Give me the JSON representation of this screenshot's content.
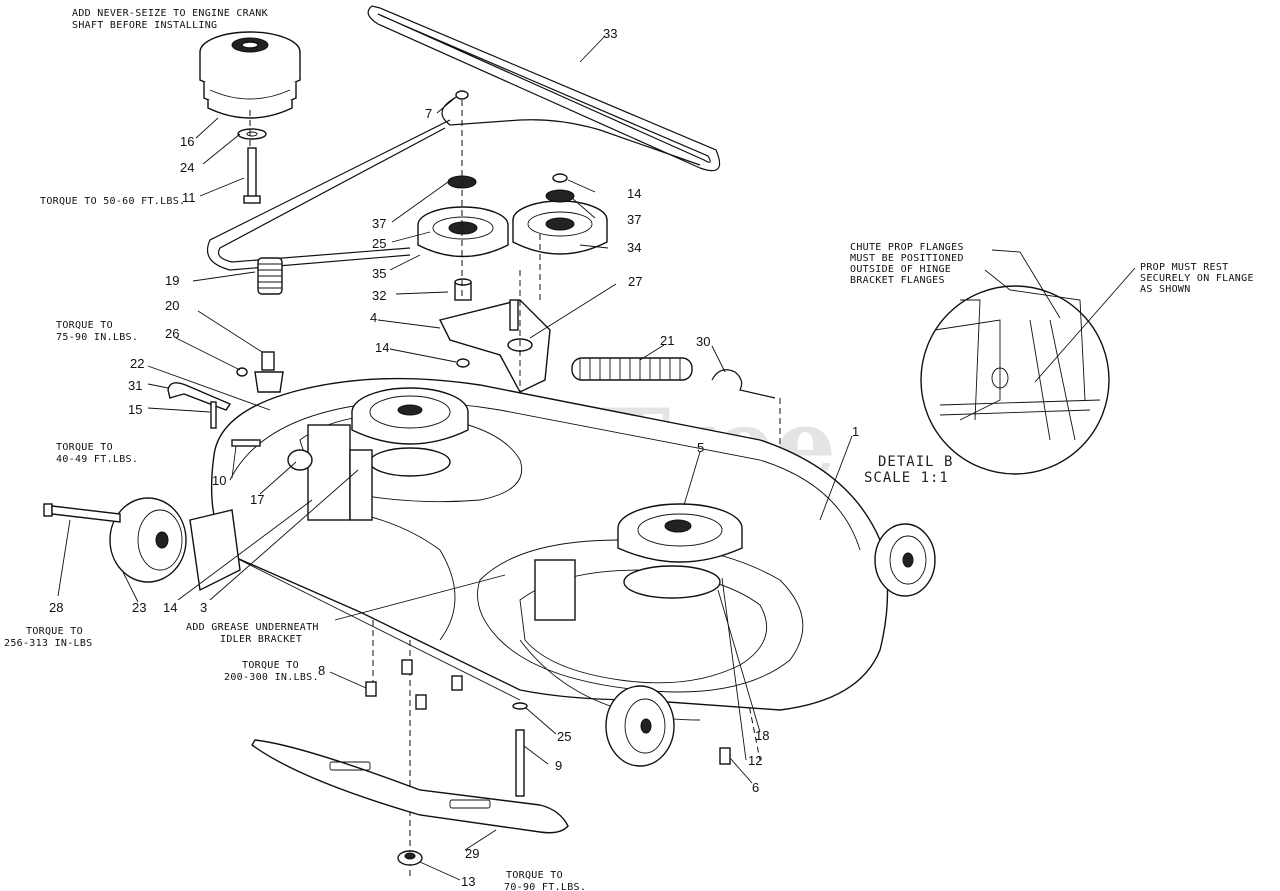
{
  "watermark": {
    "text": "PartsTree",
    "trademark": "™"
  },
  "notes": {
    "never_seize_1": "ADD NEVER-SEIZE TO ENGINE CRANK",
    "never_seize_2": "SHAFT BEFORE INSTALLING",
    "torque_11": "TORQUE TO 50-60 FT.LBS.",
    "torque_26_1": "TORQUE TO",
    "torque_26_2": "75-90 IN.LBS.",
    "torque_10_1": "TORQUE TO",
    "torque_10_2": "40-49 FT.LBS.",
    "torque_28_1": "TORQUE TO",
    "torque_28_2": "256-313 IN-LBS",
    "grease_1": "ADD GREASE UNDERNEATH",
    "grease_2": "IDLER BRACKET",
    "torque_8_1": "TORQUE TO",
    "torque_8_2": "200-300 IN.LBS.",
    "torque_13_1": "TORQUE TO",
    "torque_13_2": "70-90 FT.LBS.",
    "chute_1": "CHUTE PROP FLANGES",
    "chute_2": "MUST BE POSITIONED",
    "chute_3": "OUTSIDE OF HINGE",
    "chute_4": "BRACKET FLANGES",
    "prop_1": "PROP MUST REST",
    "prop_2": "SECURELY ON FLANGE",
    "prop_3": "AS SHOWN",
    "detail_1": "DETAIL B",
    "detail_2": "SCALE 1:1"
  },
  "callouts": [
    "33",
    "7",
    "16",
    "24",
    "11",
    "14",
    "37",
    "25",
    "34",
    "35",
    "32",
    "27",
    "19",
    "20",
    "26",
    "4",
    "21",
    "30",
    "22",
    "31",
    "15",
    "14",
    "1",
    "5",
    "10",
    "17",
    "28",
    "23",
    "14",
    "3",
    "8",
    "25",
    "9",
    "18",
    "12",
    "6",
    "29",
    "13",
    "37"
  ]
}
